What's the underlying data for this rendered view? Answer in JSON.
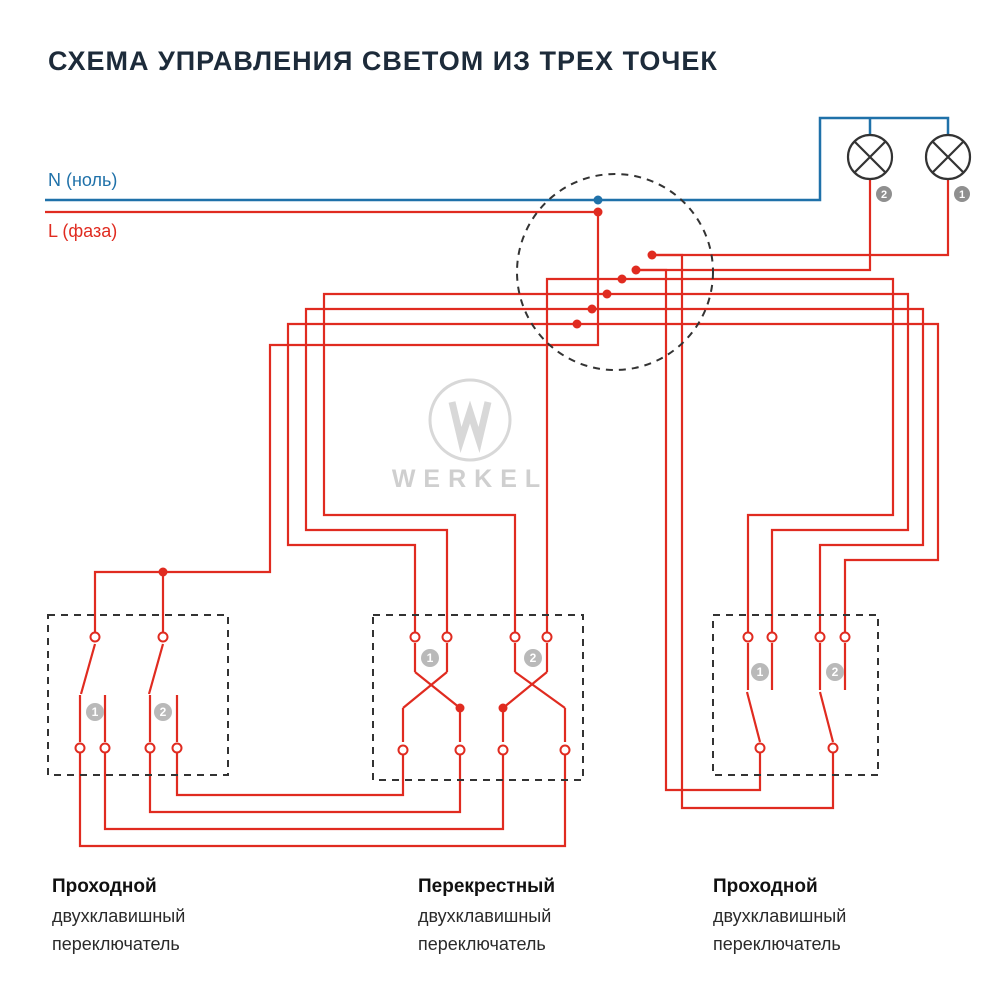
{
  "title": "СХЕМА УПРАВЛЕНИЯ СВЕТОМ ИЗ ТРЕХ ТОЧЕК",
  "colors": {
    "neutral_wire": "#1f71a9",
    "phase_wire": "#e02b20",
    "outline": "#333333",
    "title_text": "#1d2b3a",
    "watermark": "#d6d6d6"
  },
  "wires": {
    "neutral_label": "N (ноль)",
    "phase_label": "L (фаза)"
  },
  "lamps": [
    {
      "number": "2"
    },
    {
      "number": "1"
    }
  ],
  "switches": [
    {
      "badges": [
        "1",
        "2"
      ],
      "label_lines": [
        "Проходной",
        "двухклавишный",
        "переключатель"
      ]
    },
    {
      "badges": [
        "1",
        "2"
      ],
      "label_lines": [
        "Перекрестный",
        "двухклавишный",
        "переключатель"
      ]
    },
    {
      "badges": [
        "1",
        "2"
      ],
      "label_lines": [
        "Проходной",
        "двухклавишный",
        "переключатель"
      ]
    }
  ],
  "watermark": {
    "text": "WERKEL"
  }
}
